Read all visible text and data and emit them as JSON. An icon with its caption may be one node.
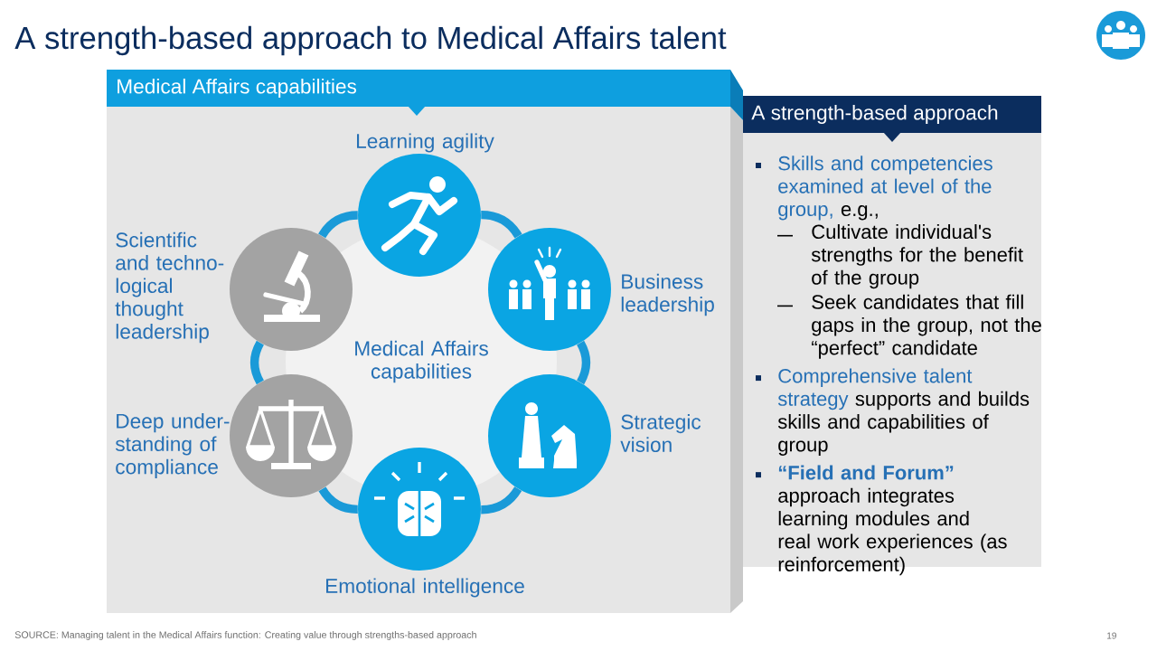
{
  "diagram": {
    "title": "A strength-based approach to Medical Affairs talent",
    "caption": "SOURCE: Managing talent in the Medical Affairs function: Creating value through strengths-based approach",
    "nodes": [
      {
        "text": [
          "Medical Affairs capabilities"
        ]
      },
      {
        "text": [
          "Learning agility"
        ],
        "in": 0
      },
      {
        "text": [
          "Scientific and techno- logical thought leadership"
        ],
        "in": 0
      },
      {
        "text": [
          "Business leadership"
        ],
        "in": 0
      },
      {
        "text": [
          "Medical Affairs capabilities"
        ],
        "in": 0
      },
      {
        "text": [
          "Deep under- standing of compliance"
        ],
        "in": 0
      },
      {
        "text": [
          "Strategic vision"
        ],
        "in": 0
      },
      {
        "text": [
          "Emotional intelligence"
        ],
        "in": 0
      },
      {
        "text": [
          "A strength-based approach",
          "Skills and competencies examined at level of the group,",
          "e.g.,",
          "Cultivate individual's strengths for the benefit of the group",
          "Seek candidates that fill gaps in the group, not the “perfect” candidate",
          "Comprehensive talent strategy",
          "supports and builds skills and capabilities of group",
          "“Field and Forum”",
          "approach integrates learning modules and real work experiences (as reinforcement)"
        ]
      }
    ],
    "edges": [
      {
        "from": 1,
        "to": 3,
        "arrow": "none"
      },
      {
        "from": 3,
        "to": 6,
        "arrow": "none"
      },
      {
        "from": 6,
        "to": 7,
        "arrow": "none"
      },
      {
        "from": 7,
        "to": 5,
        "arrow": "none"
      },
      {
        "from": 5,
        "to": 2,
        "arrow": "none"
      },
      {
        "from": 2,
        "to": 1,
        "arrow": "none"
      }
    ],
    "labels": [
      "19"
    ]
  }
}
